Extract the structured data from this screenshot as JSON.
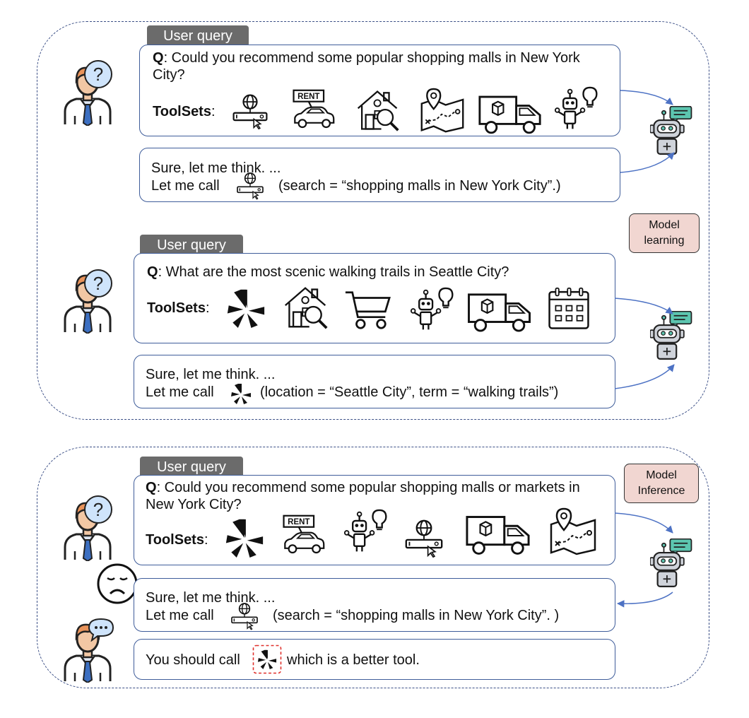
{
  "panels": {
    "training": {
      "example1": {
        "tag": "User query",
        "query_label": "Q",
        "query_text": ": Could you recommend some popular shopping malls in New York City?",
        "toolsets_label": "ToolSets",
        "toolsets_colon": ":",
        "toolsets": [
          "web-search-icon",
          "car-rental-icon",
          "house-search-icon",
          "map-pin-icon",
          "delivery-truck-icon",
          "robot-idea-icon"
        ],
        "response_line1": "Sure, let me think. ...",
        "response_prefix": "Let me call",
        "response_call": "(search = “shopping malls  in New York City”.)"
      },
      "example2": {
        "tag": "User query",
        "query_label": "Q",
        "query_text": ": What are the most scenic walking  trails in Seattle City?",
        "toolsets_label": "ToolSets",
        "toolsets_colon": ":",
        "toolsets": [
          "yelp-icon",
          "house-search-icon",
          "shopping-cart-icon",
          "robot-idea-icon",
          "delivery-truck-icon",
          "calendar-icon"
        ],
        "response_line1": "Sure, let me think. ...",
        "response_prefix": "Let me call",
        "response_call": "(location = “Seattle City”,  term = “walking trails”)"
      },
      "stage_label": "Model learning"
    },
    "inference": {
      "tag": "User query",
      "query_label": "Q",
      "query_text": ": Could you recommend some popular shopping malls or markets in New York City?",
      "toolsets_label": "ToolSets",
      "toolsets_colon": ":",
      "toolsets": [
        "yelp-icon",
        "car-rental-icon",
        "robot-idea-icon",
        "web-search-icon",
        "delivery-truck-icon",
        "map-pin-icon"
      ],
      "response_line1": "Sure, let me think. ...",
      "response_prefix": "Let me call",
      "response_call": "(search = “shopping malls  in New York City”. )",
      "feedback_prefix": "You should call",
      "feedback_suffix": "which is a better tool.",
      "stage_label": "Model Inference"
    }
  },
  "icon_text": {
    "rent": "RENT"
  },
  "colors": {
    "panel_border": "#3b4f86",
    "box_border": "#3f5d9a",
    "tag_bg": "#6b6b6b",
    "badge_bg": "#f1d6d1",
    "arrow": "#4d72c4",
    "highlight": "#e0312c"
  }
}
